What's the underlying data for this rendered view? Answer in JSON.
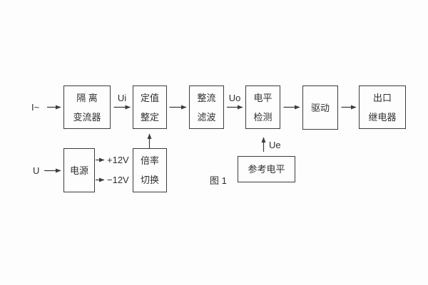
{
  "figure": {
    "caption": "图 1",
    "colors": {
      "line": "#3c3c3c",
      "text": "#2f2f2f",
      "background": "#fdfdfd"
    }
  },
  "blocks": {
    "isolation_transformer": {
      "line1": "隔 离",
      "line2": "变流器"
    },
    "setting_adjust": {
      "line1": "定值",
      "line2": "整定"
    },
    "rectify_filter": {
      "line1": "整流",
      "line2": "滤波"
    },
    "level_detect": {
      "line1": "电平",
      "line2": "检测"
    },
    "drive": {
      "label": "驱动"
    },
    "output_relay": {
      "line1": "出口",
      "line2": "继电器"
    },
    "power_supply": {
      "label": "电源"
    },
    "ratio_switch": {
      "line1": "倍率",
      "line2": "切换"
    },
    "reference_level": {
      "label": "参考电平"
    }
  },
  "signals": {
    "input_current": "I~",
    "input_voltage": "U",
    "ui": "Ui",
    "uo": "Uo",
    "ue": "Ue",
    "plus_12v": "+12V",
    "minus_12v": "−12V"
  }
}
